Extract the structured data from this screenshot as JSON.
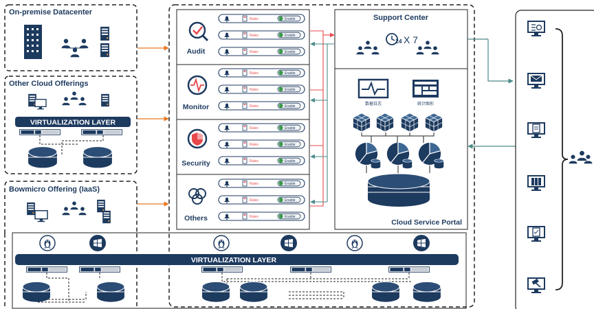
{
  "sources": [
    {
      "label": "On-premise Datacenter"
    },
    {
      "label": "Other Cloud Offerings",
      "layer": "VIRTUALIZATION LAYER"
    },
    {
      "label": "Bowmicro Offering (IaaS)"
    }
  ],
  "services": [
    {
      "label": "Audit",
      "icon": "magnifier-check-icon"
    },
    {
      "label": "Monitor",
      "icon": "heartbeat-icon"
    },
    {
      "label": "Security",
      "icon": "shield-icon"
    },
    {
      "label": "Others",
      "icon": "rings-icon"
    }
  ],
  "rule_row": {
    "rules": "Rules",
    "toggle": "Enable"
  },
  "support": {
    "title": "Support Center",
    "availability_a": "24",
    "availability_b": "X 7"
  },
  "portal": {
    "title": "Cloud Service Portal",
    "widget_labels": [
      "数据日志",
      "统计图形"
    ]
  },
  "bottom": {
    "layer": "VIRTUALIZATION LAYER"
  },
  "colors": {
    "dark": "#1d3a5f",
    "orange": "#e87722",
    "red": "#e8474c",
    "teal": "#4a8a88",
    "dash": "#222222"
  },
  "right_icons": [
    "checklist-monitor-icon",
    "mail-monitor-icon",
    "document-monitor-icon",
    "books-monitor-icon",
    "clipboard-monitor-icon",
    "gavel-monitor-icon"
  ]
}
